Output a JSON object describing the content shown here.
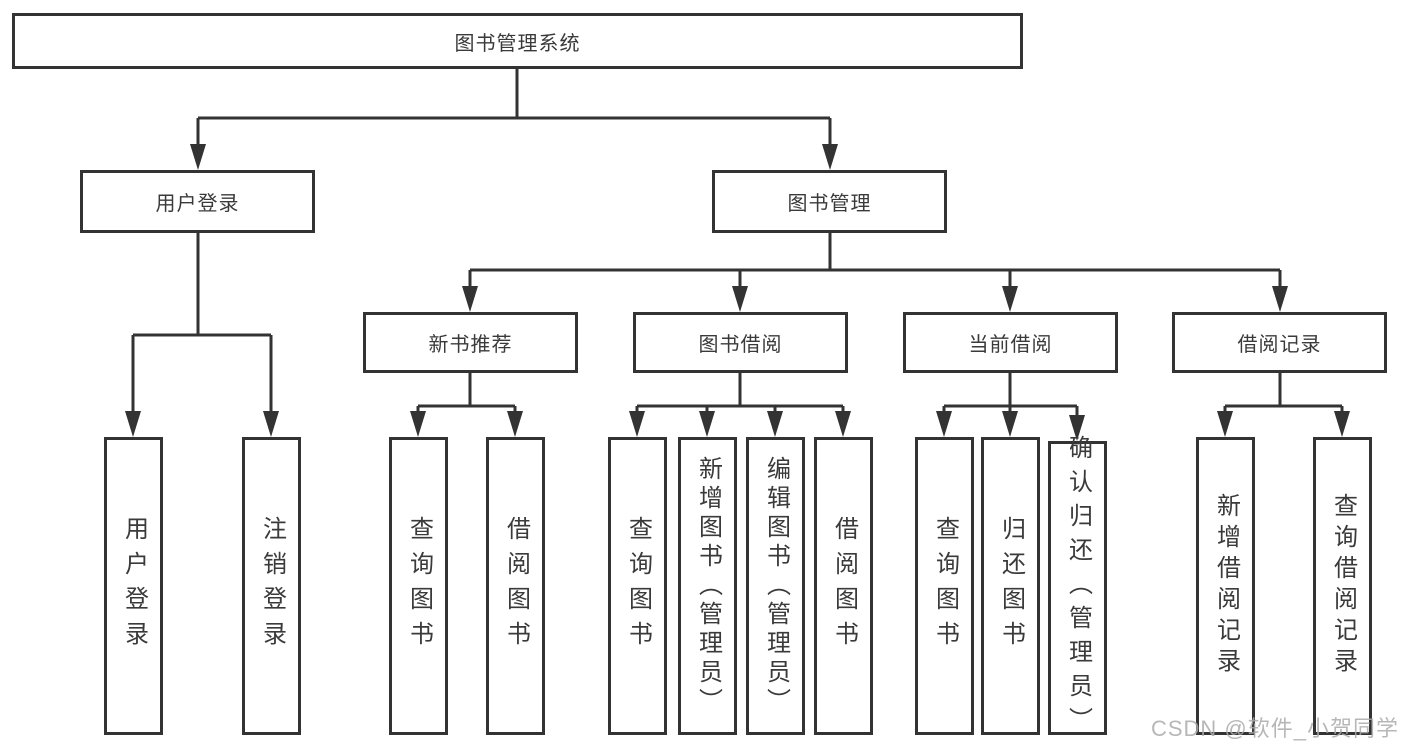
{
  "diagram": {
    "root": {
      "label": "图书管理系统"
    },
    "branches": [
      {
        "label": "用户登录",
        "children": [
          {
            "label": "用户登录"
          },
          {
            "label": "注销登录"
          }
        ]
      },
      {
        "label": "图书管理",
        "children": [
          {
            "label": "新书推荐",
            "children": [
              {
                "label": "查询图书"
              },
              {
                "label": "借阅图书"
              }
            ]
          },
          {
            "label": "图书借阅",
            "children": [
              {
                "label": "查询图书"
              },
              {
                "label": "新增图书（管理员）"
              },
              {
                "label": "编辑图书（管理员）"
              },
              {
                "label": "借阅图书"
              }
            ]
          },
          {
            "label": "当前借阅",
            "children": [
              {
                "label": "查询图书"
              },
              {
                "label": "归还图书"
              },
              {
                "label": "确认归还（管理员）"
              }
            ]
          },
          {
            "label": "借阅记录",
            "children": [
              {
                "label": "新增借阅记录"
              },
              {
                "label": "查询借阅记录"
              }
            ]
          }
        ]
      }
    ],
    "watermark": "CSDN @软件_小贺同学",
    "colors": {
      "line": "#333333",
      "border": "#333333",
      "text": "#3a3a3a",
      "background": "#ffffff",
      "watermark": "#ababab"
    }
  }
}
